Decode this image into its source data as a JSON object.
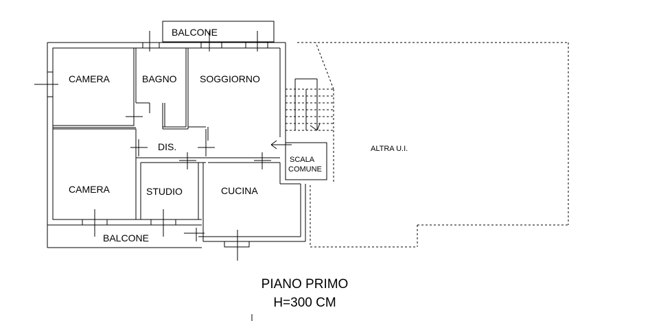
{
  "plan": {
    "balcone_top": "BALCONE",
    "balcone_bottom": "BALCONE",
    "camera_top": "CAMERA",
    "camera_bottom": "CAMERA",
    "bagno": "BAGNO",
    "soggiorno": "SOGGIORNO",
    "dis": "DIS.",
    "studio": "STUDIO",
    "cucina": "CUCINA",
    "scala_line1": "SCALA",
    "scala_line2": "COMUNE",
    "altra": "ALTRA U.I."
  },
  "title": {
    "line1": "PIANO PRIMO",
    "line2": "H=300 CM"
  }
}
